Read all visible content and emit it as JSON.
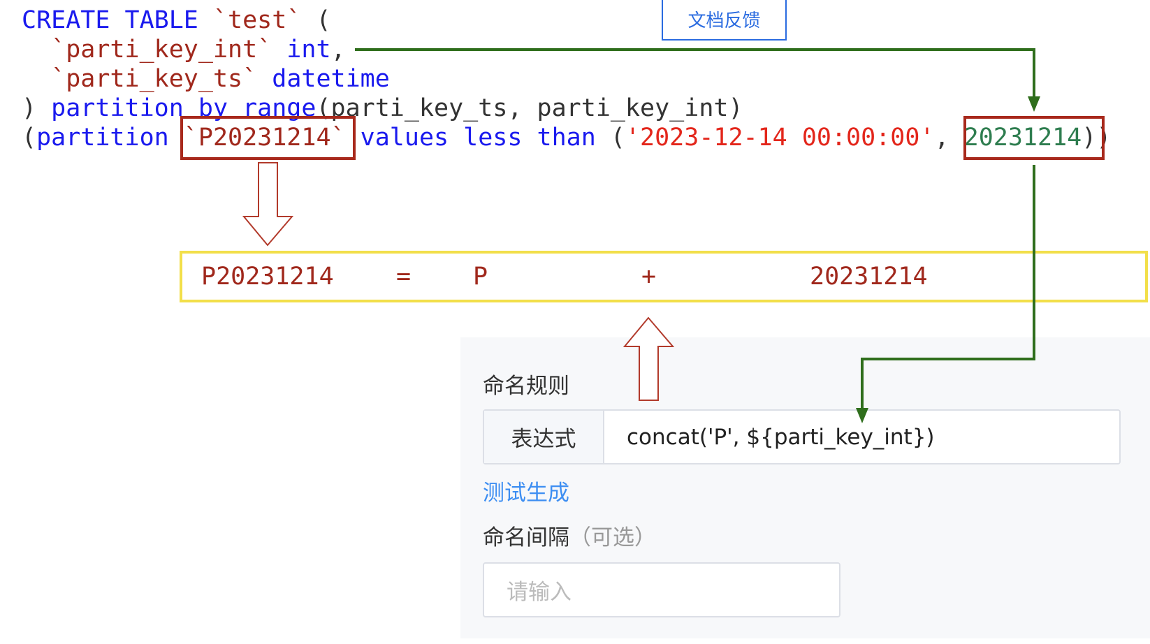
{
  "feedback_button": "文档反馈",
  "code_lines": [
    [
      {
        "t": "CREATE TABLE ",
        "c": "kw"
      },
      {
        "t": "`test`",
        "c": "id"
      },
      {
        "t": " (",
        "c": "pl"
      }
    ],
    [
      {
        "t": "  ",
        "c": "pl"
      },
      {
        "t": "`parti_key_int`",
        "c": "id"
      },
      {
        "t": " int",
        "c": "kw"
      },
      {
        "t": ",",
        "c": "pl"
      }
    ],
    [
      {
        "t": "  ",
        "c": "pl"
      },
      {
        "t": "`parti_key_ts`",
        "c": "id"
      },
      {
        "t": " datetime",
        "c": "kw"
      }
    ],
    [
      {
        "t": ") ",
        "c": "pl"
      },
      {
        "t": "partition by range",
        "c": "kw"
      },
      {
        "t": "(parti_key_ts, parti_key_int)",
        "c": "pl"
      }
    ],
    [
      {
        "t": "(",
        "c": "pl"
      },
      {
        "t": "partition ",
        "c": "kw"
      },
      {
        "t": "`P20231214`",
        "c": "id"
      },
      {
        "t": " values less than ",
        "c": "kw"
      },
      {
        "t": "(",
        "c": "pl"
      },
      {
        "t": "'2023-12-14 00:00:00'",
        "c": "str"
      },
      {
        "t": ", ",
        "c": "pl"
      },
      {
        "t": "20231214",
        "c": "num"
      },
      {
        "t": "))",
        "c": "pl"
      }
    ]
  ],
  "formula": {
    "result": "P20231214",
    "equals": "=",
    "prefix": "P",
    "plus": "+",
    "value": "20231214"
  },
  "form": {
    "naming_rule_label": "命名规则",
    "expression_addon": "表达式",
    "expression_value": "concat('P', ${parti_key_int})",
    "test_link": "测试生成",
    "interval_label": "命名间隔",
    "interval_optional": "（可选）",
    "interval_placeholder": "请输入"
  },
  "colors": {
    "green_arrow": "#2f6e1c",
    "red_box": "#a8291c",
    "yellow_box": "#f2df4a",
    "link": "#3d8ef2"
  }
}
